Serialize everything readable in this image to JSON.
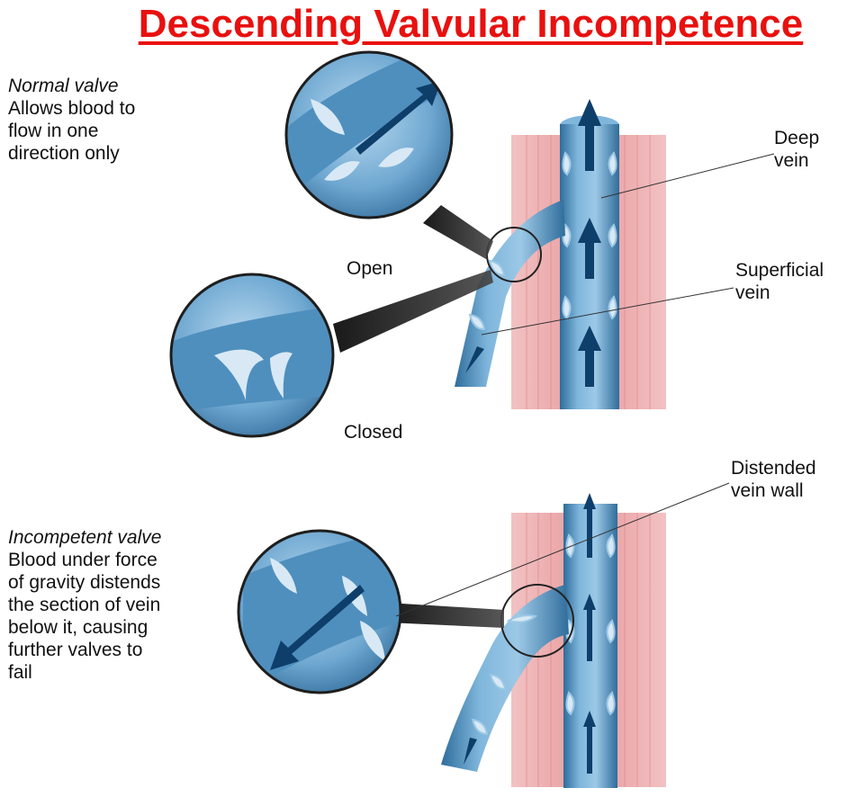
{
  "title": "Descending Valvular Incompetence",
  "normal": {
    "heading": "Normal valve",
    "desc_lines": [
      "Allows blood to",
      "flow in one",
      "direction only"
    ]
  },
  "incompetent": {
    "heading": "Incompetent valve",
    "desc_lines": [
      "Blood under force",
      "of gravity distends",
      "the section of vein",
      "below it, causing",
      "further valves to",
      "fail"
    ]
  },
  "labels": {
    "open": "Open",
    "closed": "Closed",
    "deep_vein": [
      "Deep",
      "vein"
    ],
    "superficial_vein": [
      "Superficial",
      "vein"
    ],
    "distended_wall": [
      "Distended",
      "vein wall"
    ]
  },
  "colors": {
    "title": "#e8110f",
    "muscle": "#e9a3a6",
    "vein": "#6aa6cf",
    "vein_dark": "#2c6a98",
    "arrow": "#0e3e6a",
    "leaflet": "#d8e9f5"
  }
}
